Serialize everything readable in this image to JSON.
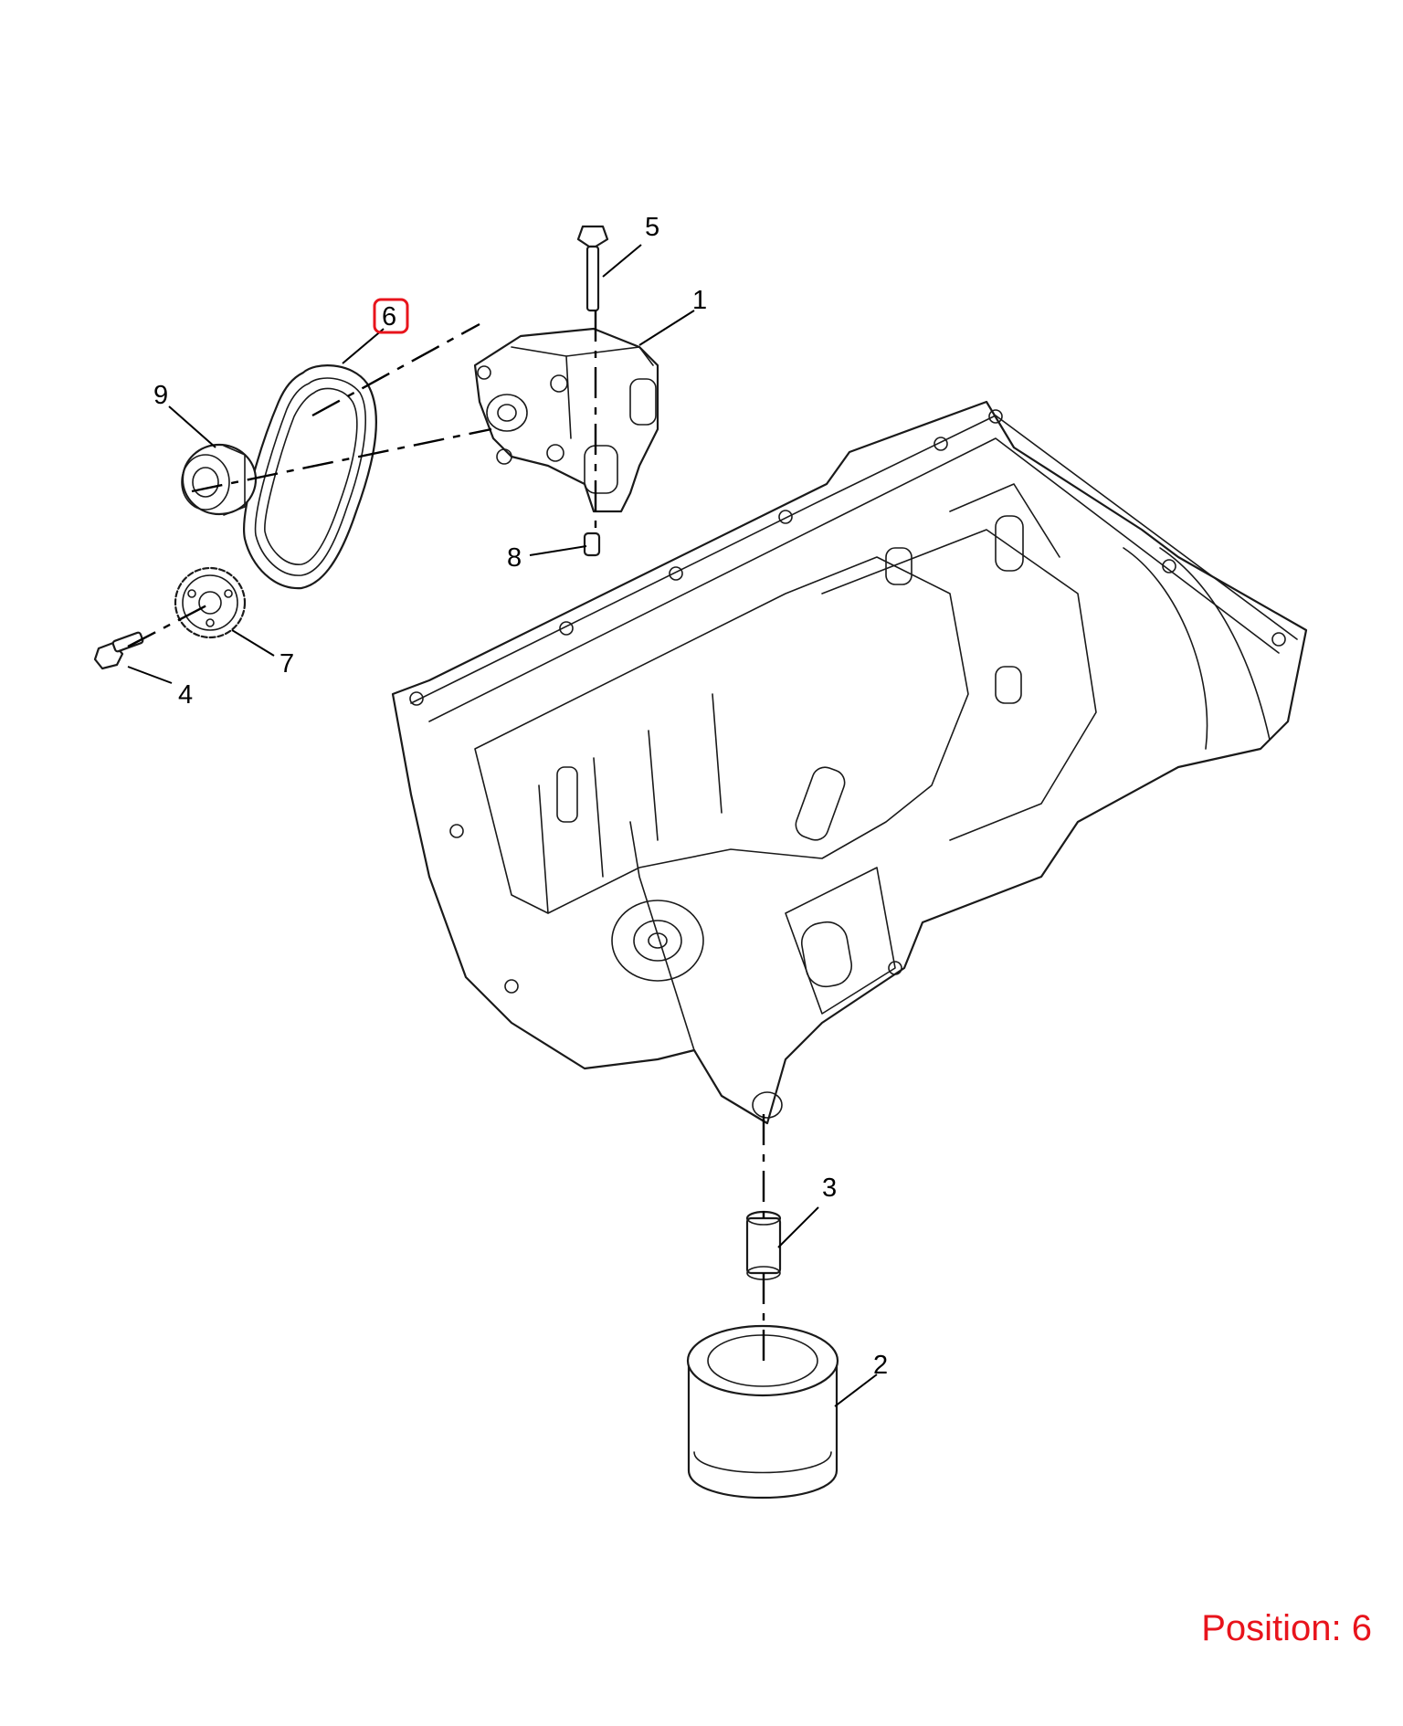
{
  "callouts": {
    "c1": "1",
    "c2": "2",
    "c3": "3",
    "c4": "4",
    "c5": "5",
    "c6": "6",
    "c7": "7",
    "c8": "8",
    "c9": "9"
  },
  "highlight": {
    "callout": "6",
    "color": "#e8141c"
  },
  "position_label": "Position: 6"
}
